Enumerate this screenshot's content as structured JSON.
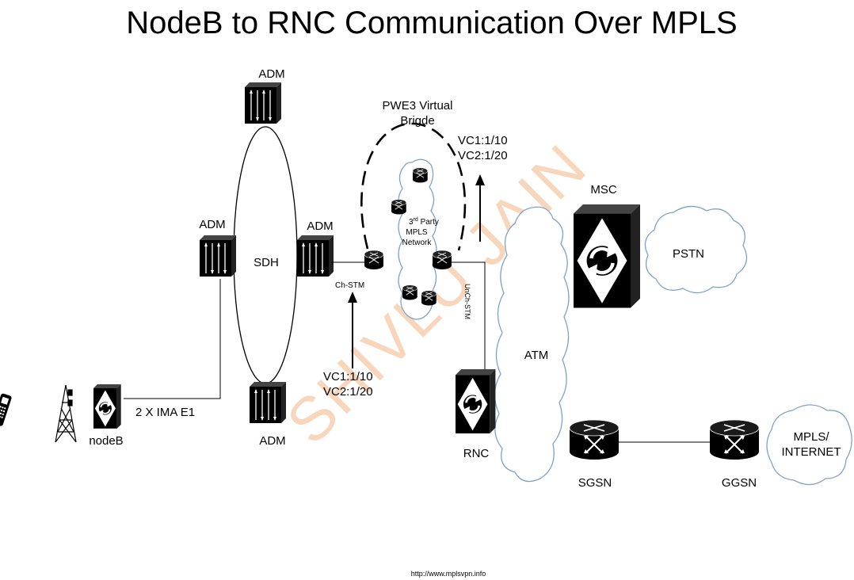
{
  "title": "NodeB to RNC Communication Over MPLS",
  "footer_url": "http://www.mplsvpn.info",
  "watermark": "SHIVLU JAIN",
  "sdh_ring": {
    "label": "SDH",
    "adm_top": "ADM",
    "adm_left": "ADM",
    "adm_right": "ADM",
    "adm_bottom": "ADM"
  },
  "links": {
    "ima": "2 X IMA E1",
    "ch_stm": "Ch-STM",
    "unch_stm": "UnCh-STM"
  },
  "pwe3": {
    "line1": "PWE3 Virtual",
    "line2": "Brigde"
  },
  "mpls_cloud": {
    "sup": "rd",
    "line1a": "3",
    "line1b": " Party",
    "line2": "MPLS",
    "line3": "Network"
  },
  "vc_left": {
    "line1": "VC1:1/10",
    "line2": "VC2:1/20"
  },
  "vc_right": {
    "line1": "VC1:1/10",
    "line2": "VC2:1/20"
  },
  "nodes": {
    "nodeb": "nodeB",
    "rnc": "RNC",
    "msc": "MSC",
    "sgsn": "SGSN",
    "ggsn": "GGSN"
  },
  "clouds": {
    "atm": "ATM",
    "pstn": "PSTN",
    "internet_1": "MPLS/",
    "internet_2": "INTERNET"
  }
}
